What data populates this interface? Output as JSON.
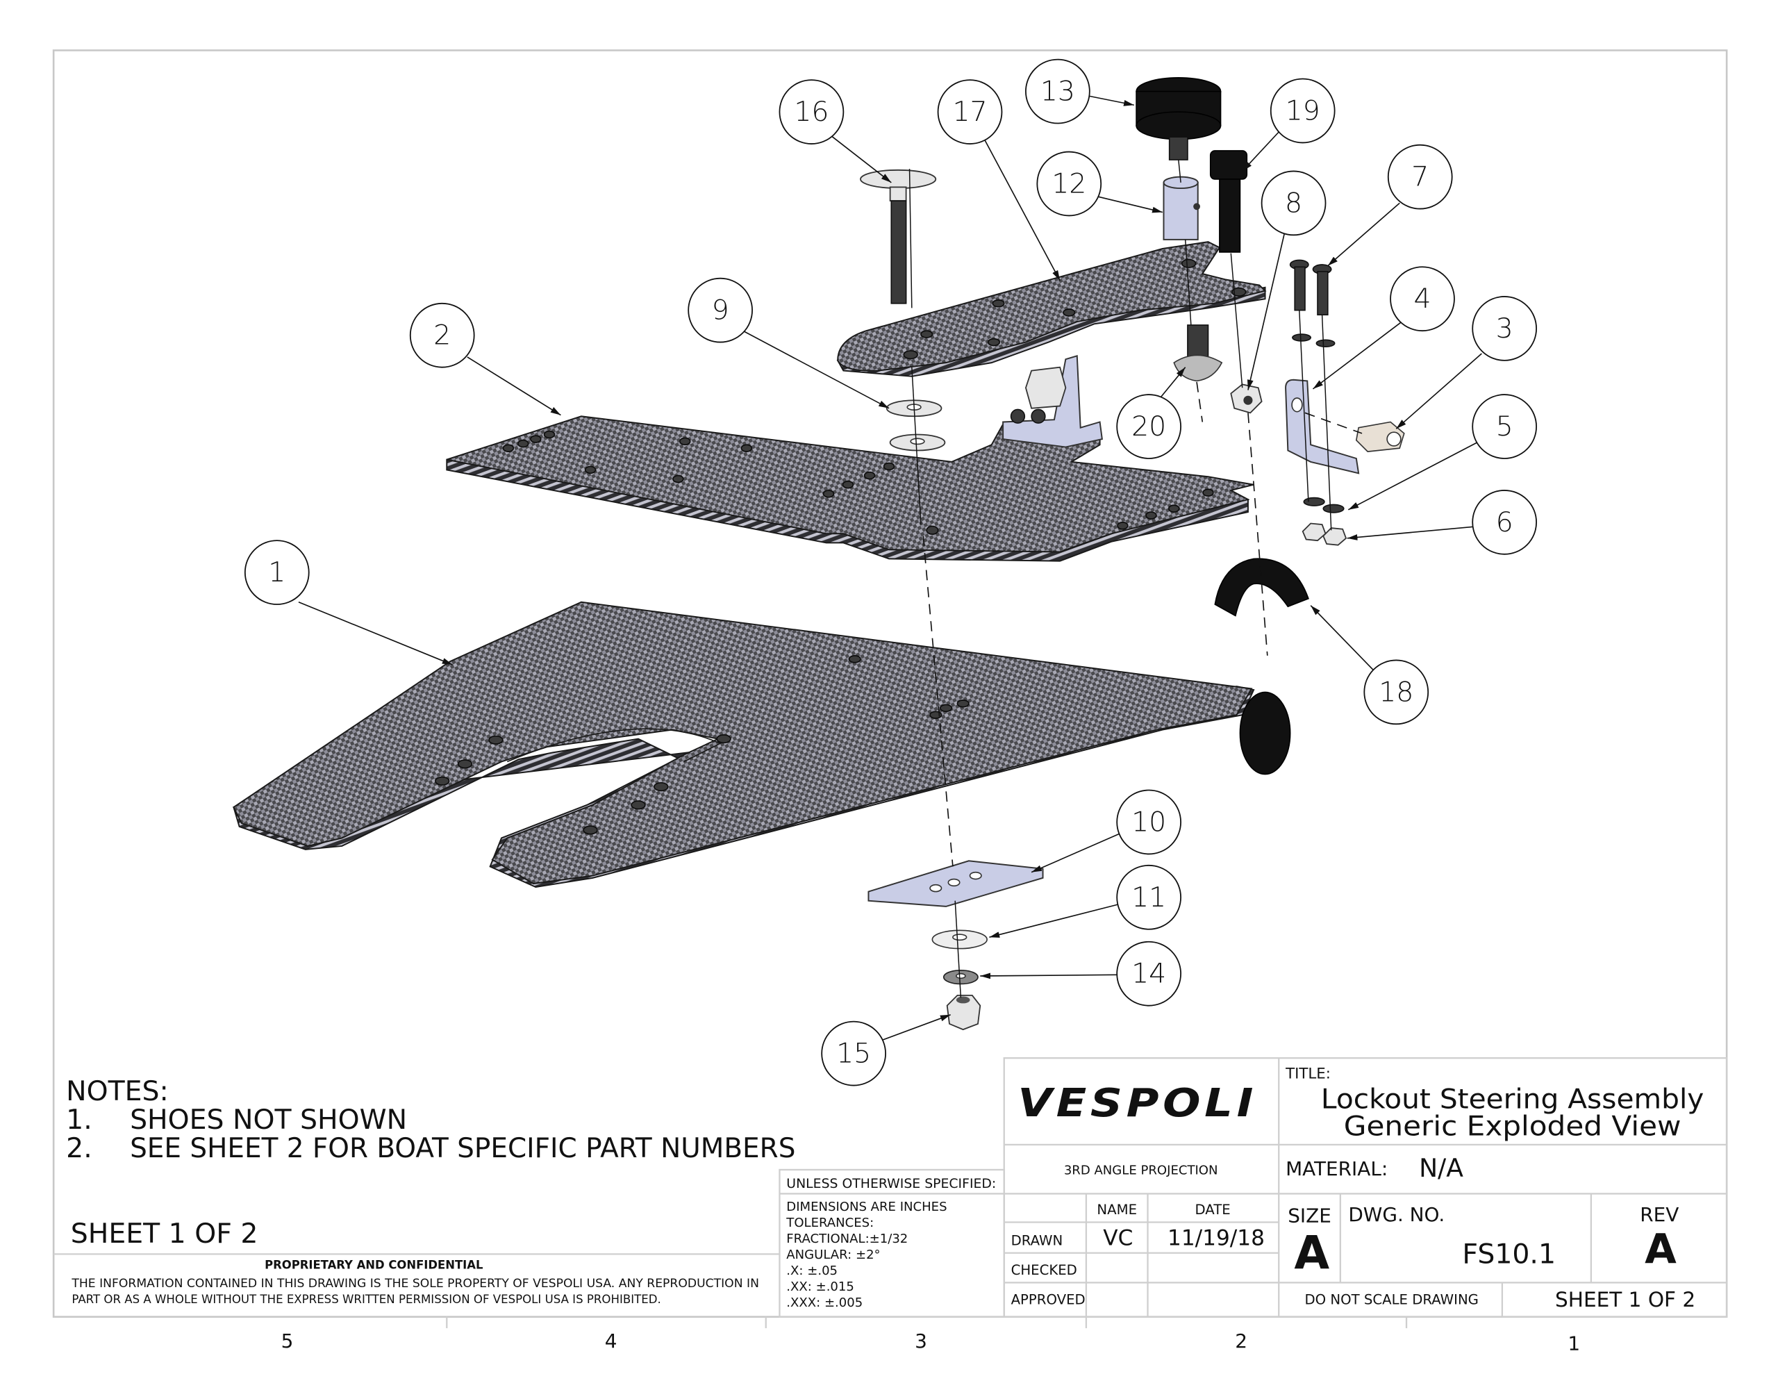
{
  "drawing": {
    "title_label": "TITLE:",
    "title_line1": "Lockout Steering Assembly",
    "title_line2": "Generic Exploded View",
    "logo_text": "VESPOLI",
    "projection": "3RD ANGLE PROJECTION",
    "material_label": "MATERIAL:",
    "material_value": "N/A",
    "size_label": "SIZE",
    "size_value": "A",
    "dwg_no_label": "DWG.  NO.",
    "dwg_no_value": "FS10.1",
    "rev_label": "REV",
    "rev_value": "A",
    "do_not_scale": "DO NOT SCALE DRAWING",
    "sheet_label": "SHEET 1 OF 2"
  },
  "approvals": {
    "name_header": "NAME",
    "date_header": "DATE",
    "rows": [
      {
        "role": "DRAWN",
        "name": "VC",
        "date": "11/19/18"
      },
      {
        "role": "CHECKED",
        "name": "",
        "date": ""
      },
      {
        "role": "APPROVED",
        "name": "",
        "date": ""
      }
    ]
  },
  "tolerances": {
    "header": "UNLESS OTHERWISE SPECIFIED:",
    "lines": [
      "DIMENSIONS ARE INCHES",
      "TOLERANCES:",
      "FRACTIONAL:±1/32",
      "ANGULAR: ±2°",
      ".X: ±.05",
      ".XX: ±.015",
      ".XXX: ±.005"
    ]
  },
  "notes": {
    "heading": "NOTES:",
    "items": [
      {
        "num": "1.",
        "text": "SHOES NOT SHOWN"
      },
      {
        "num": "2.",
        "text": "SEE SHEET 2 FOR BOAT SPECIFIC PART NUMBERS"
      }
    ]
  },
  "sheet_left": "SHEET 1 OF 2",
  "proprietary": {
    "heading": "PROPRIETARY AND CONFIDENTIAL",
    "line1": "THE INFORMATION CONTAINED IN THIS DRAWING IS THE SOLE PROPERTY OF VESPOLI USA.  ANY REPRODUCTION IN",
    "line2": "PART OR AS A WHOLE WITHOUT THE EXPRESS WRITTEN PERMISSION OF VESPOLI USA IS PROHIBITED."
  },
  "zones": [
    "5",
    "4",
    "3",
    "2",
    "1"
  ],
  "balloons": [
    "1",
    "2",
    "3",
    "4",
    "5",
    "6",
    "7",
    "8",
    "9",
    "10",
    "11",
    "12",
    "13",
    "14",
    "15",
    "16",
    "17",
    "18",
    "19",
    "20"
  ],
  "colors": {
    "carbon_dark": "#3a3a3a",
    "carbon_light": "#9a9aa6",
    "bracket_blue": "#c9cde6",
    "frame_gray": "#c8c8c8"
  }
}
